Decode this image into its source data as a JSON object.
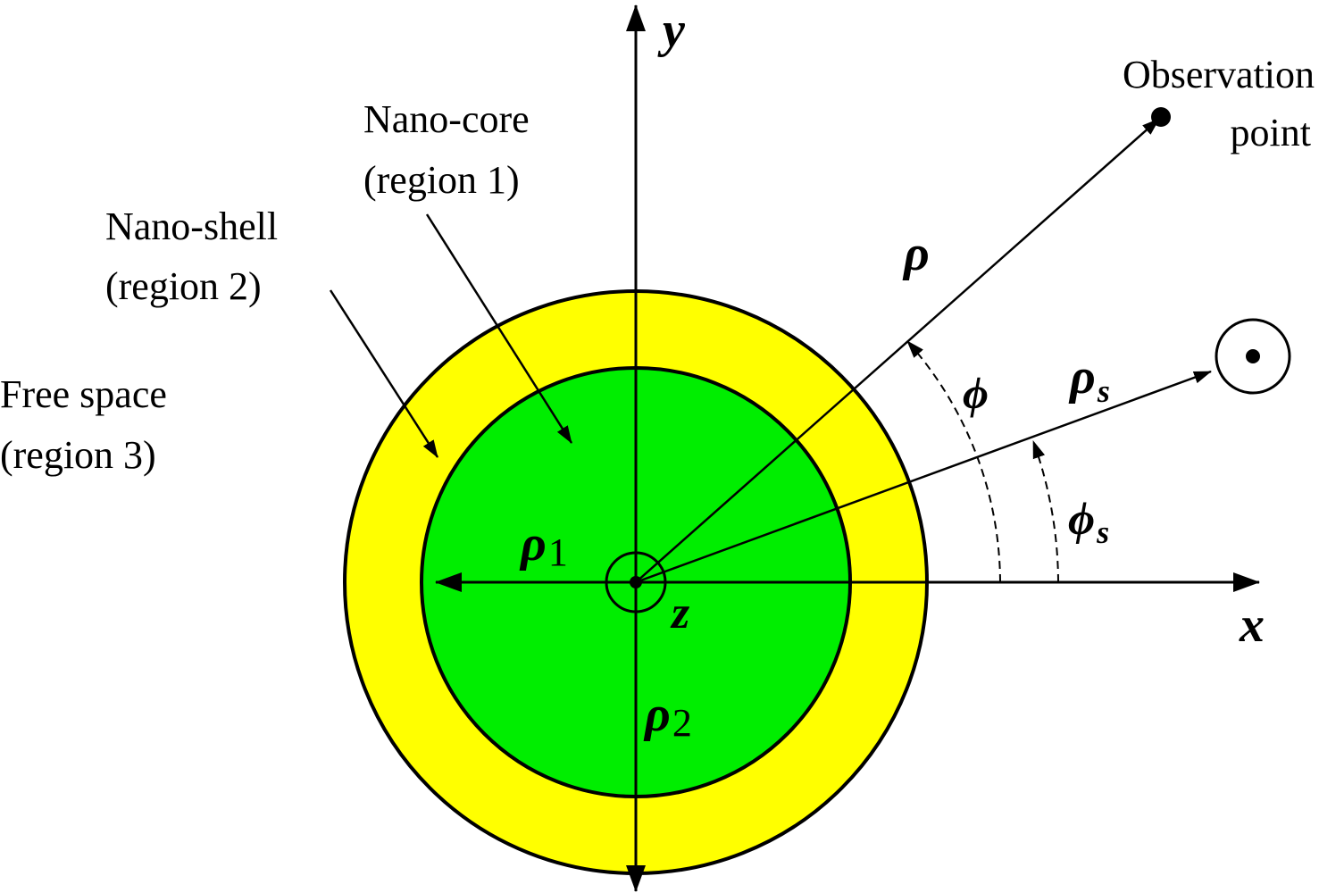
{
  "colors": {
    "core_fill": "#00ee00",
    "shell_fill": "#ffff00",
    "stroke": "#000000",
    "background": "#ffffff"
  },
  "axes": {
    "x_label": "x",
    "y_label": "y",
    "z_label": "z"
  },
  "regions": {
    "core": {
      "line1": "Nano-core",
      "line2": "(region 1)"
    },
    "shell": {
      "line1": "Nano-shell",
      "line2": "(region 2)"
    },
    "free_space": {
      "line1": "Free space",
      "line2": "(region 3)"
    }
  },
  "observation": {
    "line1": "Observation",
    "line2": "point"
  },
  "symbols": {
    "rho": "ρ",
    "phi": "ϕ",
    "rho_s_base": "ρ",
    "rho_s_sub": "s",
    "phi_s_base": "ϕ",
    "phi_s_sub": "s",
    "rho1_base": "ρ",
    "rho1_sub": "1",
    "rho2_base": "ρ",
    "rho2_sub": "2"
  }
}
